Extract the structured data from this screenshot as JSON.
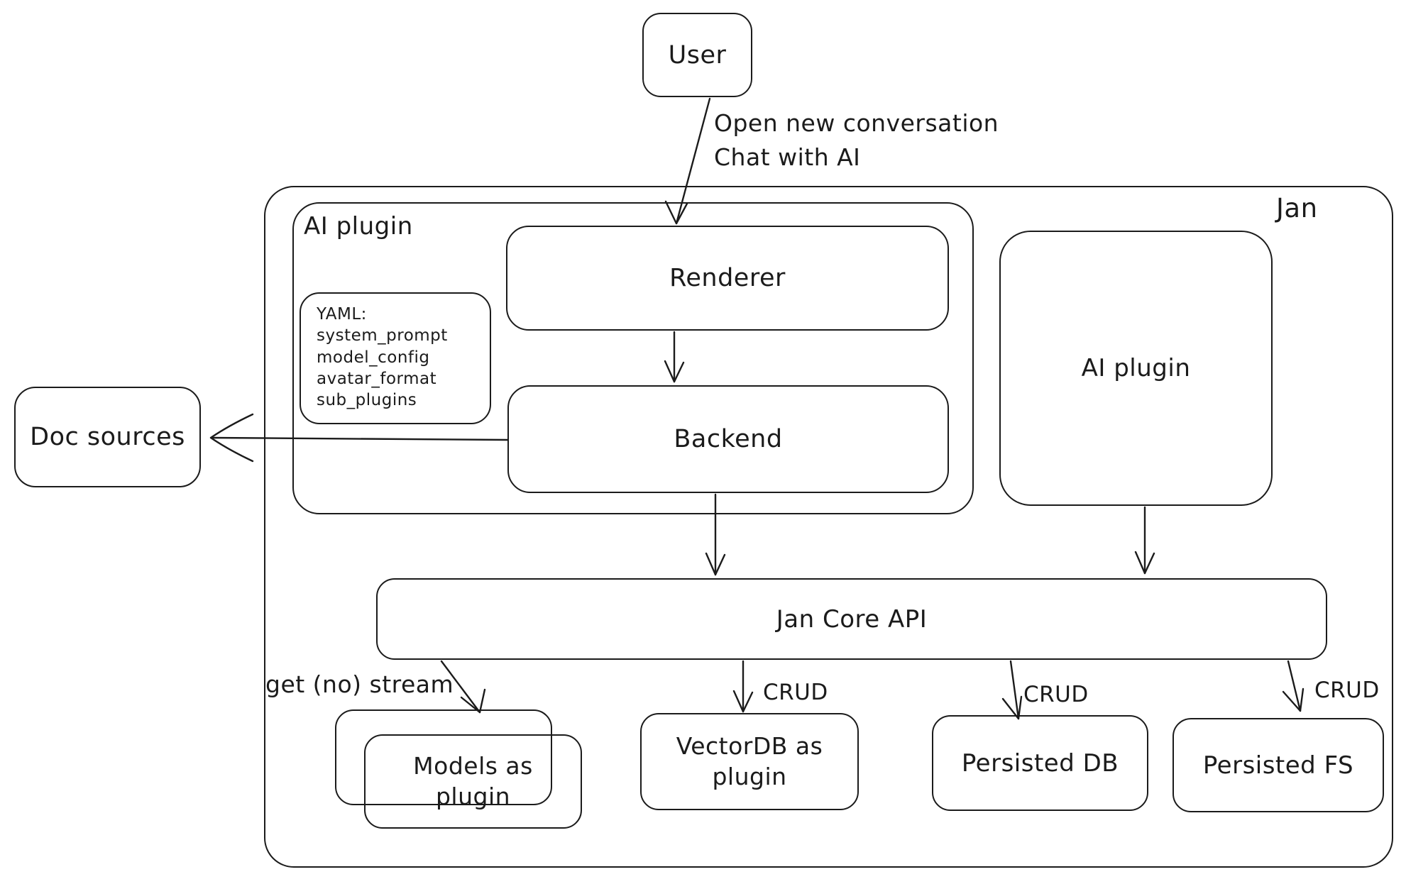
{
  "colors": {
    "stroke": "#1b1b1b",
    "background": "#ffffff"
  },
  "nodes": {
    "user": "User",
    "jan": "Jan",
    "ai_plugin_left": "AI plugin",
    "yaml": "YAML:\nsystem_prompt\nmodel_config\navatar_format\nsub_plugins",
    "renderer": "Renderer",
    "backend": "Backend",
    "ai_plugin_right": "AI plugin",
    "doc_sources": "Doc sources",
    "jan_core_api": "Jan Core API",
    "models_as_plugin": "Models as\nplugin",
    "vectordb_as_plugin": "VectorDB as\nplugin",
    "persisted_db": "Persisted DB",
    "persisted_fs": "Persisted FS"
  },
  "edge_labels": {
    "user_to_renderer": "Open new conversation\nChat with AI",
    "get_no_stream": "get (no) stream",
    "crud_vectordb": "CRUD",
    "crud_persisted_db": "CRUD",
    "crud_persisted_fs": "CRUD"
  }
}
